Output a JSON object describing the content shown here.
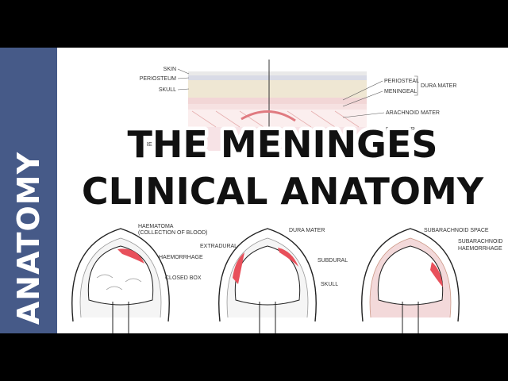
{
  "sidebar": {
    "label": "ANATOMY"
  },
  "title": {
    "line1": "THE MENINGES",
    "line2": "CLINICAL ANATOMY"
  },
  "layers": {
    "left": [
      "SKIN",
      "PERIOSTEUM",
      "SKULL",
      "PARENCHYMA"
    ],
    "right": [
      "PERIOSTEAL",
      "MENINGEAL",
      "DURA MATER",
      "ARACHNOID MATER",
      "PIA MATER"
    ]
  },
  "panels": {
    "p1": {
      "top": "HAEMATOMA",
      "sub": "(COLLECTION OF BLOOD)",
      "mid": "HAEMORRHAGE",
      "bottom": "CLOSED BOX"
    },
    "p2": {
      "top": "DURA MATER",
      "left": "EXTRADURAL",
      "mid": "SUBDURAL",
      "bottom": "SKULL"
    },
    "p3": {
      "top": "SUBARACHNOID SPACE",
      "mid": "SUBARACHNOID",
      "mid2": "HAEMORRHAGE"
    }
  },
  "colors": {
    "sidebar": "#465a88",
    "blood": "#e8505b",
    "bone": "#efe7d3",
    "dura": "#f3c9c9"
  }
}
